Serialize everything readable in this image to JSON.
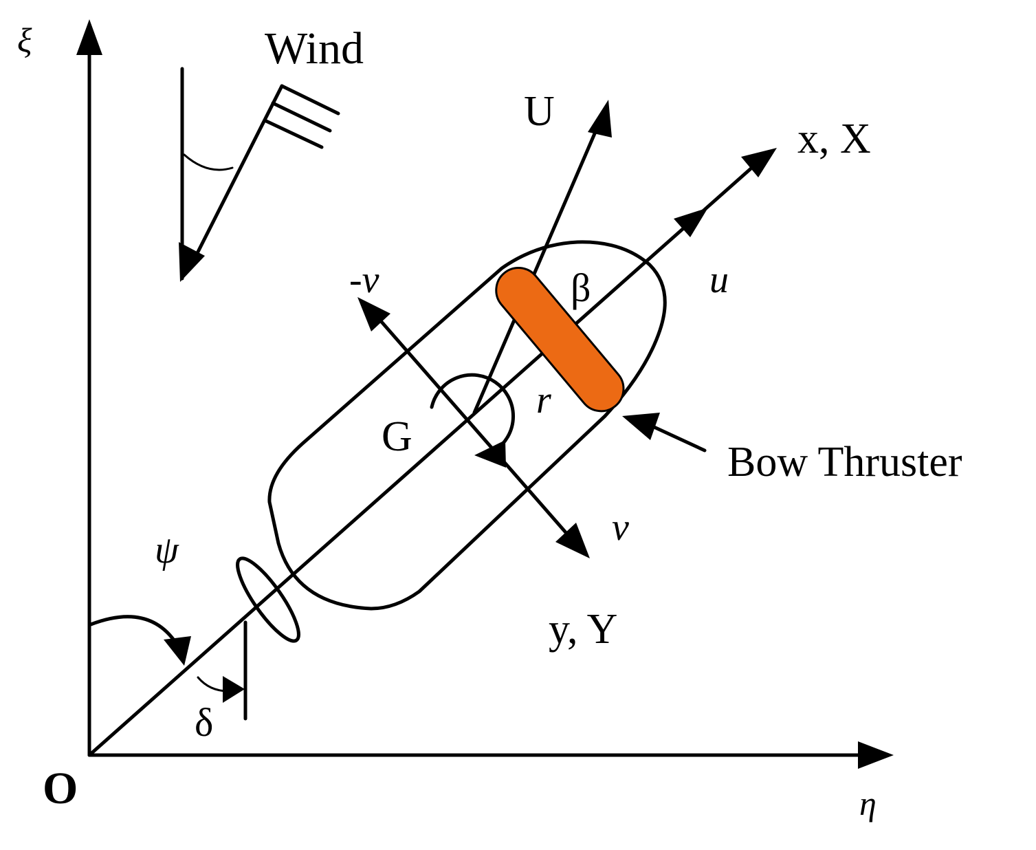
{
  "axes": {
    "vertical_label": "ξ",
    "horizontal_label": "η",
    "origin_label": "O"
  },
  "labels": {
    "wind": "Wind",
    "speed": "U",
    "body_x": "x, X",
    "body_y": "y, Y",
    "surge": "u",
    "sway_neg": "-v",
    "sway": "v",
    "drift_angle": "β",
    "yaw_rate": "r",
    "center": "G",
    "heading": "ψ",
    "rudder": "δ",
    "bow_thruster": "Bow Thruster"
  },
  "colors": {
    "line": "#000000",
    "wind_label": "#b34a12",
    "thruster_fill": "#ec6a14",
    "thruster_label": "#1a2a2a"
  }
}
